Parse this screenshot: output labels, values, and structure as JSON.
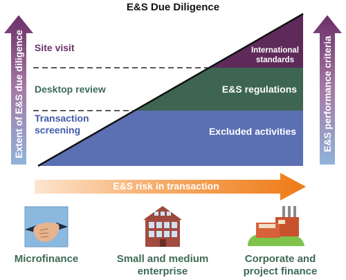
{
  "title": "E&S Due Diligence",
  "left_arrow_label": "Extent of E&S due diligence",
  "right_arrow_label": "E&S performance criteria",
  "left_levels": {
    "site_visit": "Site visit",
    "desktop_review": "Desktop review",
    "transaction_screening_line1": "Transaction",
    "transaction_screening_line2": "screening"
  },
  "bands": {
    "top_line1": "International",
    "top_line2": "standards",
    "middle": "E&S regulations",
    "bottom": "Excluded activities"
  },
  "risk_arrow_label": "E&S risk in transaction",
  "segments": {
    "microfinance": "Microfinance",
    "sme_line1": "Small and medium",
    "sme_line2": "enterprise",
    "corporate_line1": "Corporate and",
    "corporate_line2": "project finance"
  },
  "icons": {
    "microfinance": "handshake-icon",
    "sme": "house-icon",
    "corporate": "factory-icon"
  },
  "colors": {
    "purple": "#5e2a5a",
    "green": "#3e6552",
    "blue": "#5b6fb3",
    "orange": "#f08a24",
    "text_green": "#3d6a55",
    "text_purple": "#6b2f68"
  }
}
